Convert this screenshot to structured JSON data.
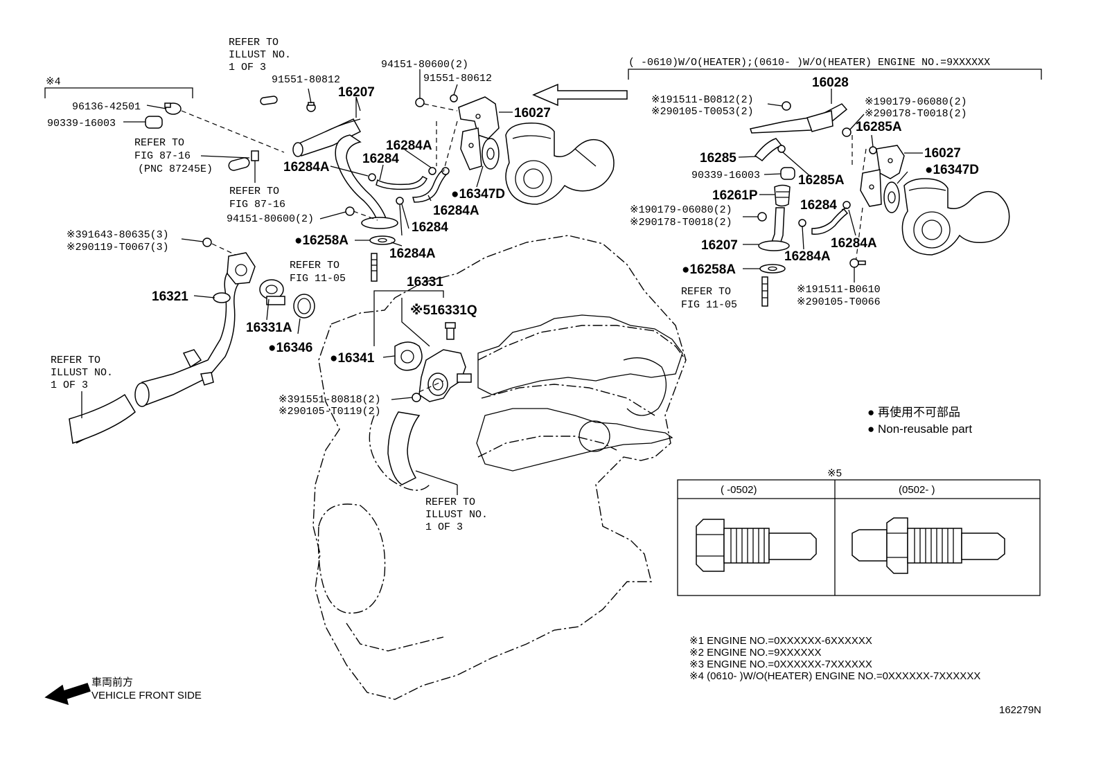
{
  "diagram_id": "162279N",
  "refer_boxes": {
    "illust_top": [
      "REFER TO",
      "ILLUST NO.",
      "1 OF 3"
    ],
    "fig_87_16_a": [
      "REFER TO",
      "FIG 87-16",
      "(PNC 87245E)"
    ],
    "fig_87_16_b": [
      "REFER TO",
      "FIG 87-16"
    ],
    "fig_11_05_a": [
      "REFER TO",
      "FIG 11-05"
    ],
    "illust_left": [
      "REFER TO",
      "ILLUST NO.",
      "1 OF 3"
    ],
    "illust_bottom": [
      "REFER TO",
      "ILLUST NO.",
      "1 OF 3"
    ],
    "fig_11_05_b": [
      "REFER TO",
      "FIG 11-05"
    ]
  },
  "labels_left": {
    "note4": "※4",
    "p96136": "96136-42501",
    "p90339a": "90339-16003",
    "p91551a": "91551-80812",
    "p16207a": "16207",
    "p94151a": "94151-80600(2)",
    "p91551b": "91551-80612",
    "p16027a": "16027",
    "p16284Aa": "16284A",
    "p16284a": "16284",
    "p16284Ab": "16284A",
    "p16347Da": "●16347D",
    "p16284Ac": "16284A",
    "p94151b": "94151-80600(2)",
    "p16284b": "16284",
    "p16258Aa": "●16258A",
    "p16284Ad": "16284A",
    "p91643": "※391643-80635(3)",
    "p90119": "※290119-T0067(3)",
    "p16321": "16321",
    "p16331A": "16331A",
    "p16346": "●16346",
    "p16331": "16331",
    "p16331Q": "※516331Q",
    "p16341": "●16341",
    "p91551c": "※391551-80818(2)",
    "p90105a": "※290105-T0119(2)"
  },
  "labels_right": {
    "header": "(      -0610)W/O(HEATER);(0610-       )W/O(HEATER) ENGINE NO.=9XXXXXX",
    "p16028": "16028",
    "p191511a": "※191511-B0812(2)",
    "p290105a": "※290105-T0053(2)",
    "p190179a": "※190179-06080(2)",
    "p290178a": "※290178-T0018(2)",
    "p16285Aa": "16285A",
    "p16285": "16285",
    "p16027b": "16027",
    "p16347Db": "●16347D",
    "p90339b": "90339-16003",
    "p16285Ab": "16285A",
    "p16261P": "16261P",
    "p190179b": "※190179-06080(2)",
    "p290178b": "※290178-T0018(2)",
    "p16284c": "16284",
    "p16207b": "16207",
    "p16284Ae": "16284A",
    "p16284Af": "16284A",
    "p16258Ab": "●16258A",
    "p191511b": "※191511-B0610",
    "p290105b": "※290105-T0066"
  },
  "legend": {
    "jp": "● 再使用不可部品",
    "en": "● Non-reusable part"
  },
  "inset": {
    "title": "※5",
    "left_header": "(      -0502)",
    "right_header": "(0502-       )"
  },
  "notes": [
    "※1 ENGINE NO.=0XXXXXX-6XXXXXX",
    "※2 ENGINE NO.=9XXXXXX",
    "※3 ENGINE NO.=0XXXXXX-7XXXXXX",
    "※4 (0610-       )W/O(HEATER) ENGINE NO.=0XXXXXX-7XXXXXX"
  ],
  "front": {
    "jp": "車両前方",
    "en": "VEHICLE FRONT SIDE"
  }
}
